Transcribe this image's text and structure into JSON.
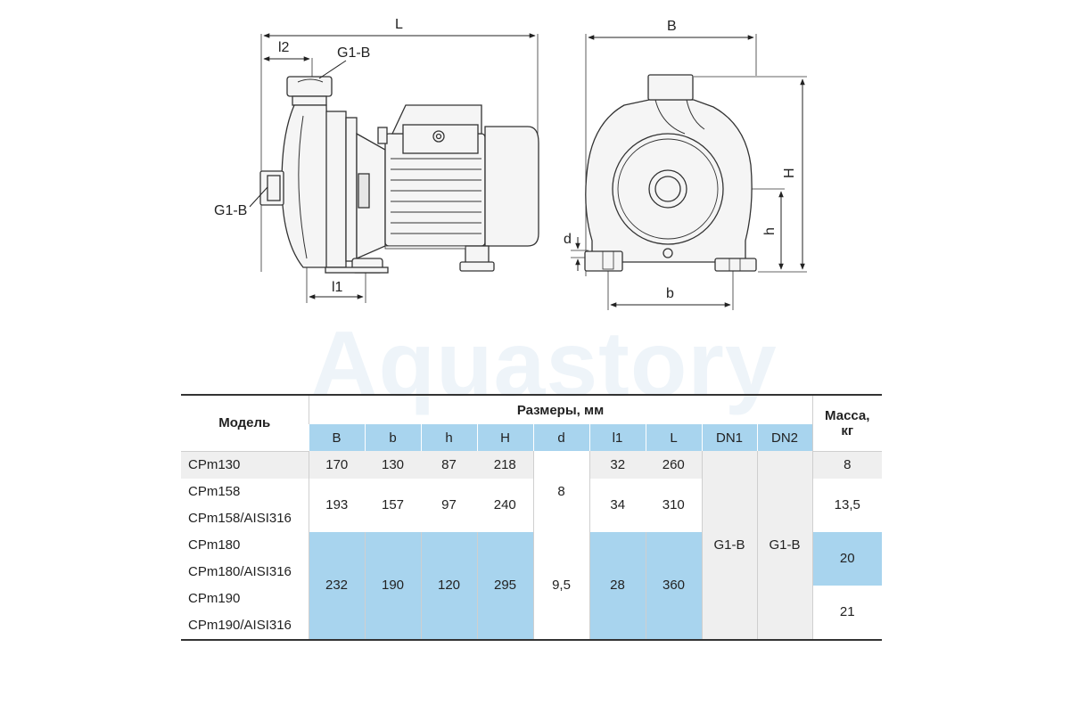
{
  "watermark": "Aquastory",
  "drawing": {
    "side_view": {
      "label_L": "L",
      "label_l2": "l2",
      "label_outlet": "G1-B",
      "label_inlet": "G1-B",
      "label_l1": "l1"
    },
    "front_view": {
      "label_B": "B",
      "label_H": "H",
      "label_h": "h",
      "label_d": "d",
      "label_b": "b"
    }
  },
  "table": {
    "header_model": "Модель",
    "header_dimensions": "Размеры, мм",
    "header_mass_line1": "Масса,",
    "header_mass_line2": "кг",
    "columns": [
      "B",
      "b",
      "h",
      "H",
      "d",
      "l1",
      "L",
      "DN1",
      "DN2"
    ],
    "models": [
      "CPm130",
      "CPm158",
      "CPm158/AISI316",
      "CPm180",
      "CPm180/AISI316",
      "CPm190",
      "CPm190/AISI316"
    ],
    "cpm130": {
      "B": "170",
      "b": "130",
      "h": "87",
      "H": "218",
      "l1": "32",
      "L": "260",
      "mass": "8"
    },
    "cpm158": {
      "B": "193",
      "b": "157",
      "h": "97",
      "H": "240",
      "l1": "34",
      "L": "310",
      "mass": "13,5"
    },
    "cpm180_190": {
      "B": "232",
      "b": "190",
      "h": "120",
      "H": "295",
      "l1": "28",
      "L": "360"
    },
    "d_small": "8",
    "d_large": "9,5",
    "dn1": "G1-B",
    "dn2": "G1-B",
    "mass_180": "20",
    "mass_190": "21"
  }
}
